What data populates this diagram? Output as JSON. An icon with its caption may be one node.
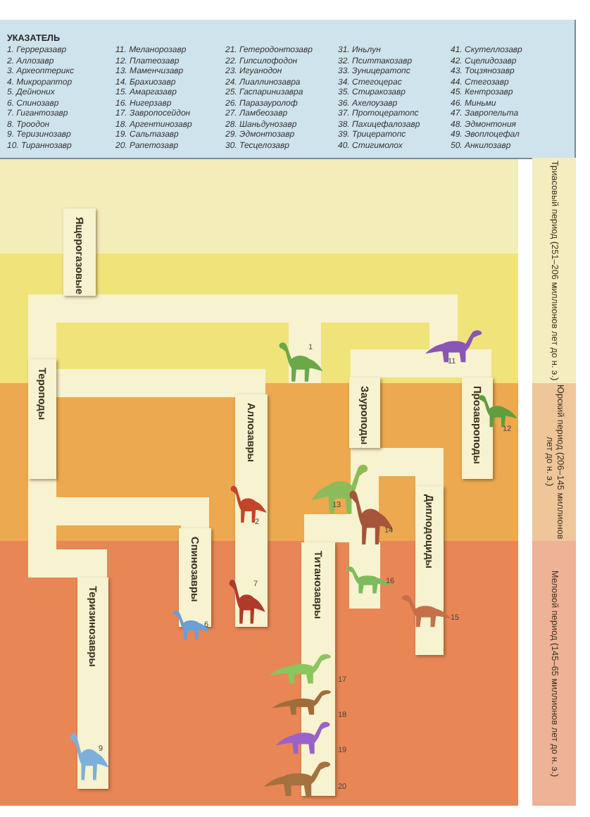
{
  "diagram": {
    "nodes": [
      {
        "text": [
          "Ящерогазовые"
        ]
      },
      {
        "text": [
          "Тероподы"
        ]
      },
      {
        "text": [
          "Аллозавры"
        ]
      },
      {
        "text": [
          "Спинозавры"
        ]
      },
      {
        "text": [
          "Теризинозавры"
        ]
      },
      {
        "text": [
          "Зауроподы"
        ]
      },
      {
        "text": [
          "Прозавроподы"
        ]
      },
      {
        "text": [
          "Титанозавры"
        ]
      },
      {
        "text": [
          "Диплодоциды"
        ]
      },
      {
        "text": [
          "Триасовый период (251–206 миллионов лет до н. э.)"
        ]
      },
      {
        "text": [
          "Юрский период (206–145 миллионов лет до н. э.)"
        ]
      },
      {
        "text": [
          "Меловой период (145–65 миллионов лет до н. э.)"
        ]
      }
    ],
    "edges": [
      {
        "from": 0,
        "to": 1,
        "arrow": "none"
      },
      {
        "from": 0,
        "to": 5,
        "arrow": "none"
      },
      {
        "from": 0,
        "to": 6,
        "arrow": "none"
      },
      {
        "from": 1,
        "to": 2,
        "arrow": "none"
      },
      {
        "from": 1,
        "to": 3,
        "arrow": "none"
      },
      {
        "from": 1,
        "to": 4,
        "arrow": "none"
      },
      {
        "from": 5,
        "to": 7,
        "arrow": "none"
      },
      {
        "from": 5,
        "to": 8,
        "arrow": "none"
      }
    ],
    "labels": [
      "УКАЗАТЕЛЬ",
      "1. Герреразавр",
      "2. Аллозавр",
      "3. Археоптерикс",
      "4. Микрораптор",
      "5. Дейноних",
      "6. Спинозавр",
      "7. Гигантозавр",
      "8. Троодон",
      "9. Теризинозавр",
      "10. Тираннозавр",
      "11. Меланорозавр",
      "12. Платеозавр",
      "13. Маменчизавр",
      "14. Брахиозавр",
      "15. Амаргазавр",
      "16. Нигерзавр",
      "17. Завропосейдон",
      "18. Аргентинозавр",
      "19. Сальтазавр",
      "20. Рапетозавр",
      "21. Гетеродонтозавр",
      "22. Гипсилофодон",
      "23. Игуанодон",
      "24. Лиаллинозавра",
      "25. Гаспаринизавра",
      "26. Паразауролоф",
      "27. Ламбеозавр",
      "28. Шаньдунозавр",
      "29. Эдмонтозавр",
      "30. Тесцелозавр",
      "31. Иньлун",
      "32. Пситтакозавр",
      "33. Зуницератопс",
      "34. Стегоцерас",
      "35. Стиракозавр",
      "36. Ахелоузавр",
      "37. Протоцератопс",
      "38. Пахицефалозавр",
      "39. Трицератопс",
      "40. Стигимолох",
      "41. Скутеллозавр",
      "42. Сцелидозавр",
      "43. Тоцзянозавр",
      "44. Стегозавр",
      "45. Кентрозавр",
      "46. Миньми",
      "47. Завропельта",
      "48. Эдмонтония",
      "49. Эвоплоцефал",
      "50. Анкилозавр",
      "1",
      "11",
      "12",
      "13",
      "2",
      "14",
      "16",
      "7",
      "15",
      "6",
      "17",
      "18",
      "19",
      "9",
      "20"
    ]
  }
}
